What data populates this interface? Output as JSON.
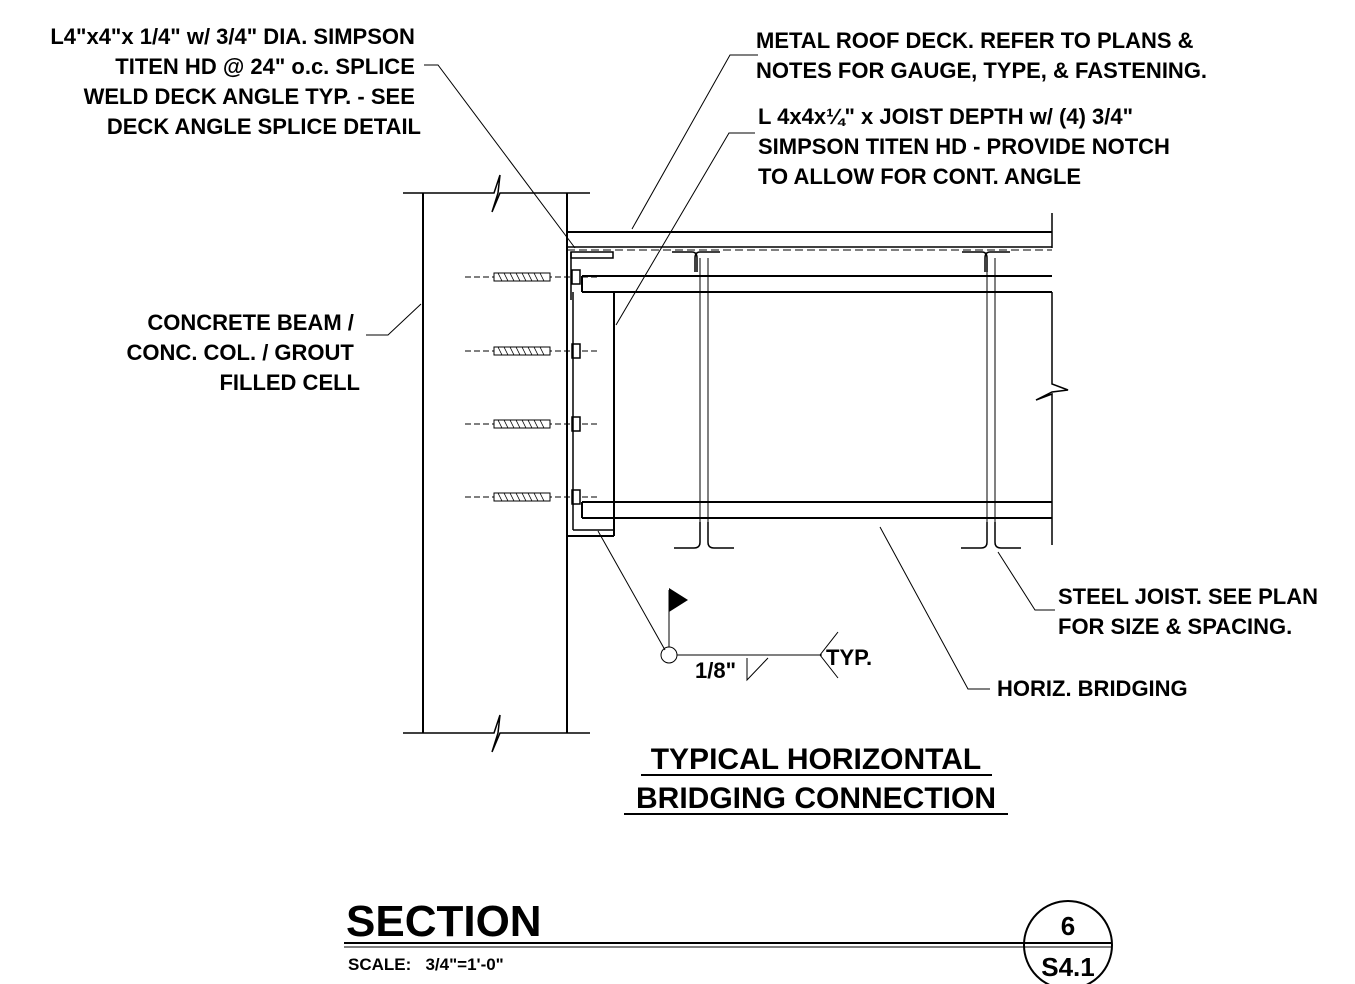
{
  "notes": {
    "deck_angle": [
      "L4\"x4\"x 1/4\" w/ 3/4\" DIA. SIMPSON",
      "TITEN HD @ 24\" o.c. SPLICE",
      "WELD DECK ANGLE TYP. - SEE",
      "DECK ANGLE SPLICE DETAIL"
    ],
    "roof_deck": [
      "METAL ROOF DECK. REFER TO PLANS &",
      "NOTES FOR GAUGE, TYPE, & FASTENING."
    ],
    "joist_angle": [
      "L 4x4x¼\" x JOIST DEPTH w/ (4) 3/4\"",
      "SIMPSON TITEN HD - PROVIDE NOTCH",
      "TO ALLOW FOR CONT. ANGLE"
    ],
    "concrete": [
      "CONCRETE BEAM /",
      "CONC. COL. / GROUT",
      "FILLED CELL"
    ],
    "steel_joist": [
      "STEEL JOIST. SEE PLAN",
      "FOR SIZE & SPACING."
    ],
    "horiz_bridging": "HORIZ. BRIDGING",
    "weld_size": "1/8\"",
    "weld_typ": "TYP."
  },
  "detail_title": [
    "TYPICAL HORIZONTAL",
    "BRIDGING CONNECTION"
  ],
  "section": {
    "title": "SECTION",
    "scale": "SCALE:   3/4\"=1'-0\"",
    "detail_number": "6",
    "sheet_number": "S4.1"
  }
}
